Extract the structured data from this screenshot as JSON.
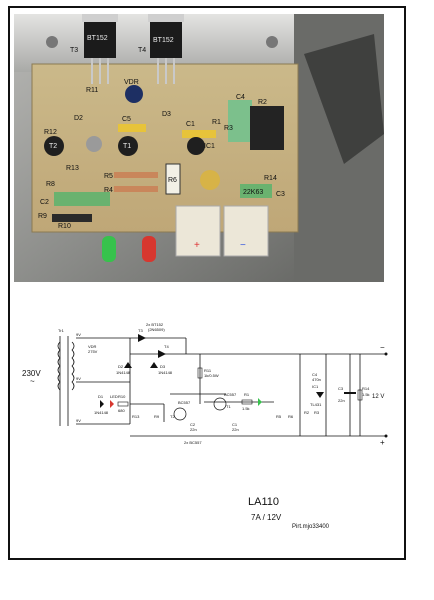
{
  "photo": {
    "labels": {
      "t3": "T3",
      "t4": "T4",
      "bt152_a": "BT152",
      "bt152_b": "BT152",
      "r11": "R11",
      "vdr": "VDR",
      "d2": "D2",
      "d3": "D3",
      "r12": "R12",
      "c5": "C5",
      "c1": "C1",
      "r1": "R1",
      "r3": "R3",
      "c4": "C4",
      "r2": "R2",
      "t2": "T2",
      "t1": "T1",
      "ic1": "IC1",
      "r13": "R13",
      "r8": "R8",
      "r5": "R5",
      "r4": "R4",
      "r6": "R6",
      "c3": "C3",
      "r14": "R14",
      "cap_22k63": "22K63",
      "c2": "C2",
      "r9": "R9",
      "r10": "R10",
      "plus": "+",
      "minus": "−"
    }
  },
  "schematic": {
    "labels": {
      "tr1": "Tr1",
      "v230": "230V",
      "v230_sym": "~",
      "vdr": "VDR",
      "vdr_val": "275V",
      "v9a": "9V",
      "v9b": "9V",
      "v9c": "9V",
      "thyristors": "2x BT152",
      "thyristors_alt": "(2N6509)",
      "t3": "T3",
      "t4": "T4",
      "d2": "D2",
      "d2_val": "1N4148",
      "d3": "D3",
      "d3_val": "1N4148",
      "d1": "D1",
      "d1_val": "1N4148",
      "led1": "LED",
      "r10": "R10",
      "r10_val": "680",
      "t2": "T2",
      "t2_val": "BC557",
      "t1": "T1",
      "t1_val": "BC557",
      "bc_pair": "2x BC557",
      "c2": "C2",
      "c2_val": "22n",
      "c1": "C1",
      "c1_val": "22n",
      "r11": "R11",
      "r11_val": "1k/0.5W",
      "r1": "R1",
      "r1_val": "1.5k",
      "r13": "R13",
      "r9": "R9",
      "r5": "R5",
      "r6": "R6",
      "c4": "C4",
      "c4_val": "470n",
      "ic1": "IC1",
      "ic1_val": "TL431",
      "r2": "R2",
      "r3": "R3",
      "r14": "R14",
      "r14_val": "1.5k",
      "c3": "C3",
      "c3_val": "22n",
      "v12": "12 V",
      "minus": "−",
      "plus": "+"
    }
  },
  "footer": {
    "title": "LA110",
    "subtitle": "7A / 12V",
    "credit": "Pirt.mjo33400"
  }
}
